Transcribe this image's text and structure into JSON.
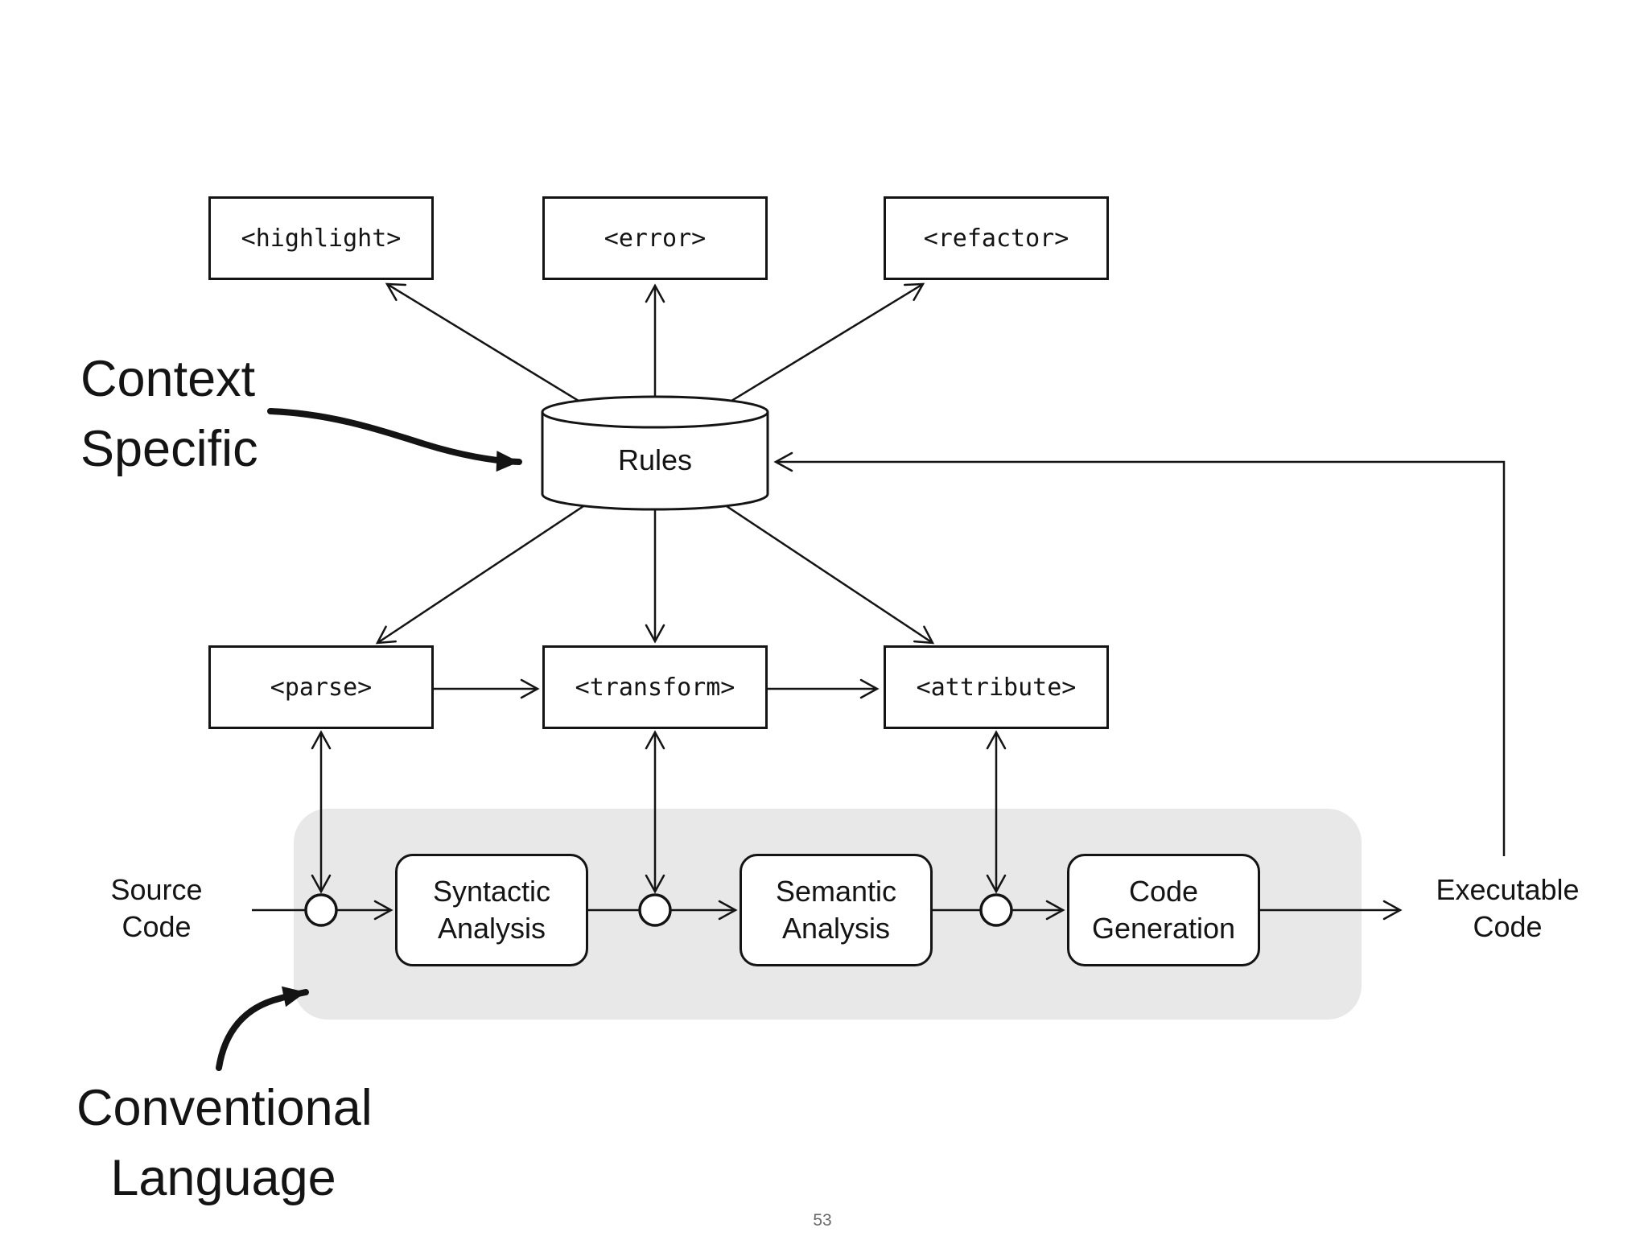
{
  "slide": {
    "page_number": "53"
  },
  "colors": {
    "ink": "#141414",
    "panel_gray": "#e8e8e8",
    "box_fill": "#ffffff",
    "muted_gray": "#6a6a6a"
  },
  "annotations": {
    "context_specific": "Context\nSpecific",
    "conventional_language": "Conventional\nLanguage"
  },
  "rules_store": {
    "label": "Rules"
  },
  "context_boxes": [
    {
      "label": "<highlight>"
    },
    {
      "label": "<error>"
    },
    {
      "label": "<refactor>"
    }
  ],
  "hook_boxes": [
    {
      "label": "<parse>"
    },
    {
      "label": "<transform>"
    },
    {
      "label": "<attribute>"
    }
  ],
  "pipeline": {
    "input_label": "Source\nCode",
    "output_label": "Executable\nCode",
    "stages": [
      {
        "label": "Syntactic\nAnalysis"
      },
      {
        "label": "Semantic\nAnalysis"
      },
      {
        "label": "Code\nGeneration"
      }
    ]
  }
}
